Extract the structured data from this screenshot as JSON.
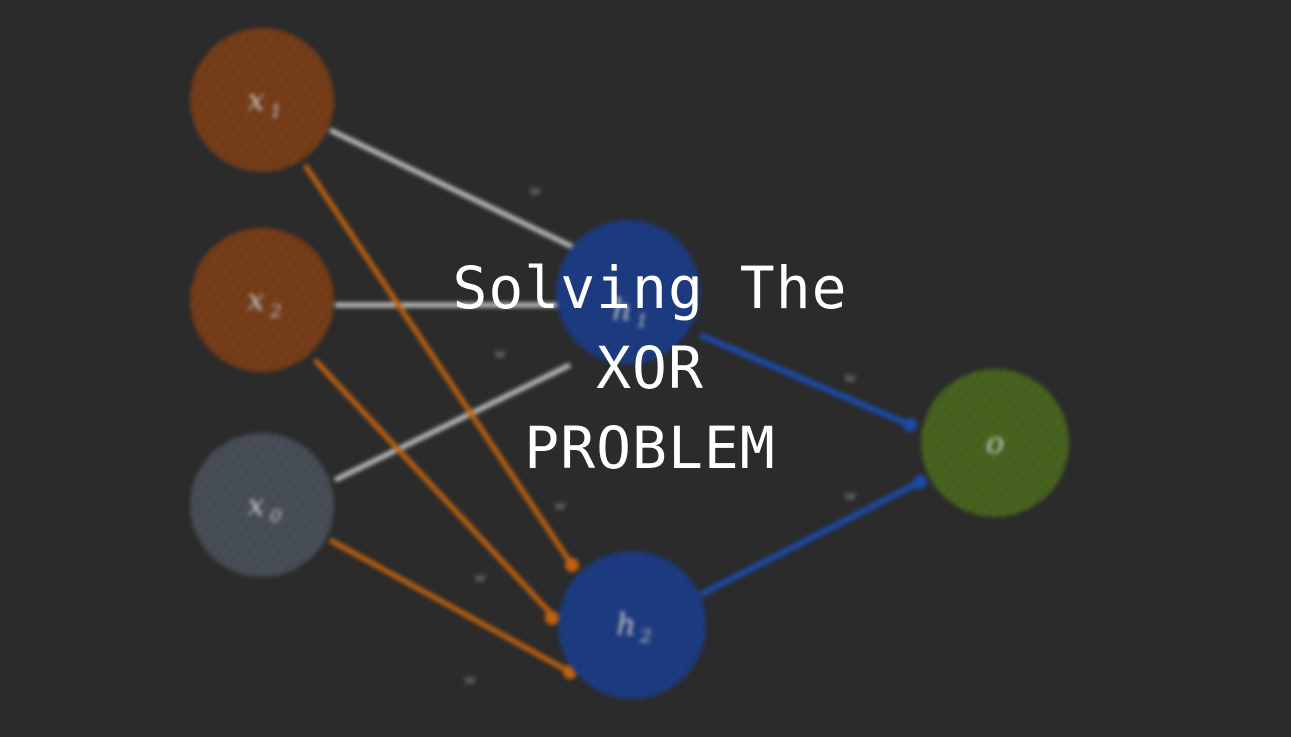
{
  "title": {
    "line1": "Solving The",
    "line2": "XOR",
    "line3": "PROBLEM"
  },
  "diagram": {
    "nodes": [
      {
        "id": "x1",
        "label": "x",
        "sub": "1",
        "color": "#7a3f1a"
      },
      {
        "id": "x2",
        "label": "x",
        "sub": "2",
        "color": "#7a3f1a"
      },
      {
        "id": "x0",
        "label": "x",
        "sub": "0",
        "color": "#4a5058"
      },
      {
        "id": "h1",
        "label": "h",
        "sub": "1",
        "color": "#1d3d85"
      },
      {
        "id": "h2",
        "label": "h",
        "sub": "2",
        "color": "#1d3d85"
      },
      {
        "id": "o",
        "label": "o",
        "sub": "",
        "color": "#4a6620"
      }
    ],
    "colors": {
      "background": "#2b2b2b",
      "input_edge": "#b8b8b8",
      "input_edge_orange": "#c0620f",
      "hidden_edge": "#1d4aa6"
    }
  }
}
